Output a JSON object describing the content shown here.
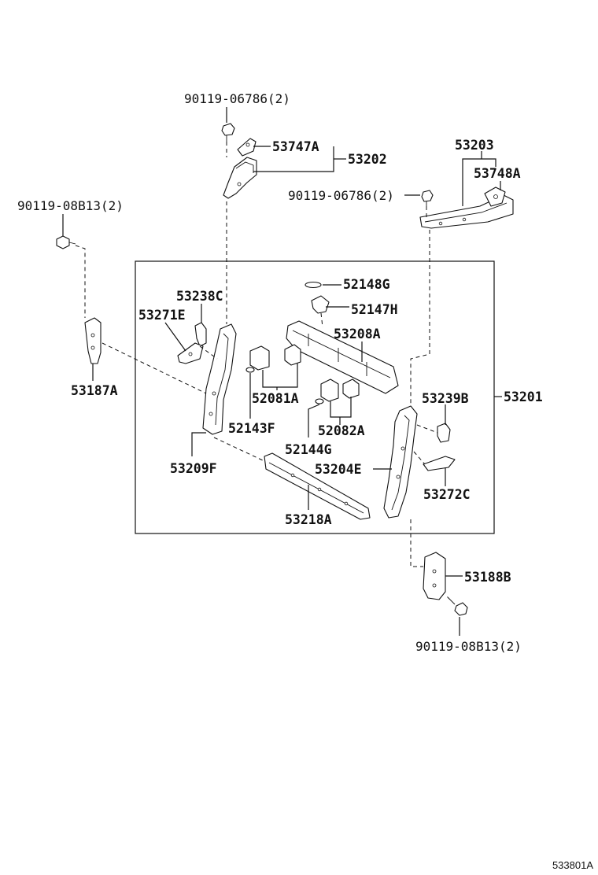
{
  "labels": {
    "bolt_top": "90119-06786(2)",
    "p53747a": "53747A",
    "p53202": "53202",
    "p53203": "53203",
    "p53748a": "53748A",
    "bolt_right": "90119-06786(2)",
    "bolt_left": "90119-08B13(2)",
    "p52148g": "52148G",
    "p52147h": "52147H",
    "p53238c": "53238C",
    "p53271e": "53271E",
    "p53208a": "53208A",
    "p53187a": "53187A",
    "p52081a": "52081A",
    "p53239b": "53239B",
    "p53201": "53201",
    "p52143f": "52143F",
    "p52082a": "52082A",
    "p52144g": "52144G",
    "p53209f": "53209F",
    "p53204e": "53204E",
    "p53272c": "53272C",
    "p53218a": "53218A",
    "p53188b": "53188B",
    "bolt_bottom": "90119-08B13(2)"
  },
  "figure_id": "533801A"
}
